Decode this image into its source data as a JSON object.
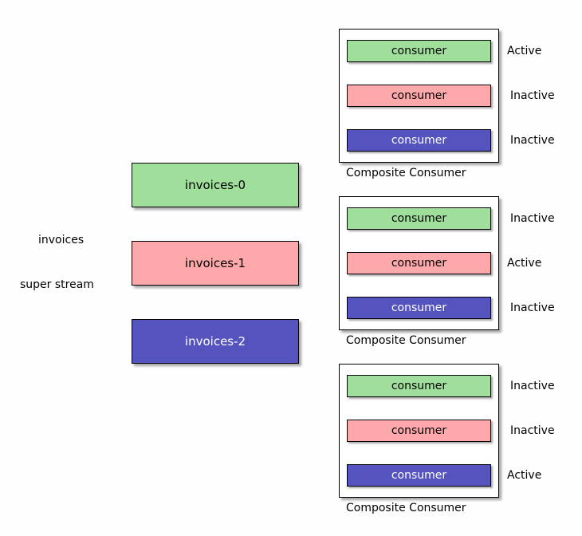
{
  "colors": {
    "green": "#9fde9b",
    "pink": "#fda9ab",
    "blue": "#5553bd",
    "dark_text": "#000000",
    "light_text": "#ffffff"
  },
  "super_stream": {
    "name": "invoices",
    "label": "super stream"
  },
  "partitions": [
    {
      "name": "invoices-0",
      "color": "green"
    },
    {
      "name": "invoices-1",
      "color": "pink"
    },
    {
      "name": "invoices-2",
      "color": "blue"
    }
  ],
  "composite_consumers": [
    {
      "label": "Composite Consumer",
      "consumers": [
        {
          "label": "consumer",
          "color": "green",
          "state": "Active"
        },
        {
          "label": "consumer",
          "color": "pink",
          "state": "Inactive"
        },
        {
          "label": "consumer",
          "color": "blue",
          "state": "Inactive"
        }
      ]
    },
    {
      "label": "Composite Consumer",
      "consumers": [
        {
          "label": "consumer",
          "color": "green",
          "state": "Inactive"
        },
        {
          "label": "consumer",
          "color": "pink",
          "state": "Active"
        },
        {
          "label": "consumer",
          "color": "blue",
          "state": "Inactive"
        }
      ]
    },
    {
      "label": "Composite Consumer",
      "consumers": [
        {
          "label": "consumer",
          "color": "green",
          "state": "Inactive"
        },
        {
          "label": "consumer",
          "color": "pink",
          "state": "Inactive"
        },
        {
          "label": "consumer",
          "color": "blue",
          "state": "Active"
        }
      ]
    }
  ]
}
